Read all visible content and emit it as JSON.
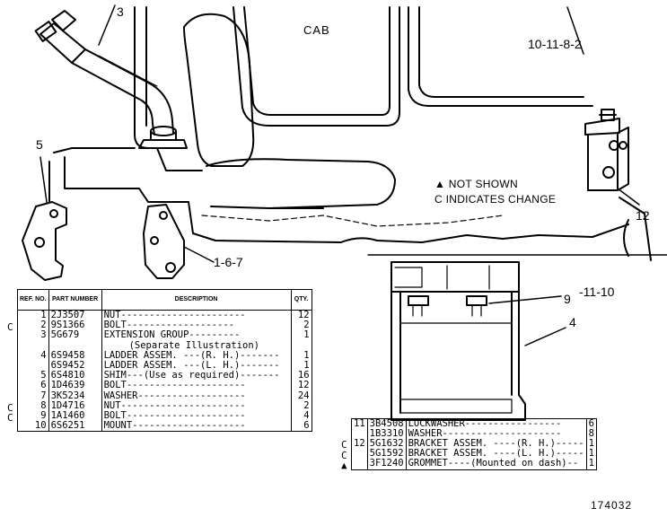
{
  "labels": {
    "cab": "CAB",
    "callout_3": "3",
    "callout_5": "5",
    "callout_1_6_7": "1-6-7",
    "callout_10_11_8_2": "10-11-8-2",
    "callout_12": "12",
    "callout_9": "9",
    "callout_11_10": "-11-10",
    "callout_4": "4",
    "figure_number": "174032"
  },
  "notes": {
    "not_shown": "▲ NOT SHOWN",
    "indicates_change": "C INDICATES CHANGE"
  },
  "table_headers": {
    "ref": "REF. NO.",
    "part": "PART NUMBER",
    "desc": "DESCRIPTION",
    "qty": "QTY."
  },
  "parts_table_1": [
    {
      "flag": "",
      "ref": "1",
      "part": "2J3507",
      "desc": "NUT----------------------",
      "qty": "12"
    },
    {
      "flag": "C",
      "ref": "2",
      "part": "9S1366",
      "desc": "BOLT-------------------",
      "qty": "2"
    },
    {
      "flag": "",
      "ref": "3",
      "part": "5G679",
      "desc": "EXTENSION GROUP---------",
      "qty": "1"
    },
    {
      "flag": "",
      "ref": "",
      "part": "",
      "desc": "(Separate Illustration)",
      "qty": ""
    },
    {
      "flag": "",
      "ref": "4",
      "part": "6S9458",
      "desc": "LADDER ASSEM. ---(R. H.)-------",
      "qty": "1"
    },
    {
      "flag": "",
      "ref": "",
      "part": "6S9452",
      "desc": "LADDER ASSEM. ---(L. H.)-------",
      "qty": "1"
    },
    {
      "flag": "",
      "ref": "5",
      "part": "6S4810",
      "desc": "SHIM---(Use as required)-------",
      "qty": "16"
    },
    {
      "flag": "",
      "ref": "6",
      "part": "1D4639",
      "desc": "BOLT---------------------",
      "qty": "12"
    },
    {
      "flag": "",
      "ref": "7",
      "part": "3K5234",
      "desc": "WASHER-------------------",
      "qty": "24"
    },
    {
      "flag": "C",
      "ref": "8",
      "part": "1D4716",
      "desc": "NUT----------------------",
      "qty": "2"
    },
    {
      "flag": "C",
      "ref": "9",
      "part": "1A1460",
      "desc": "BOLT---------------------",
      "qty": "4"
    },
    {
      "flag": "",
      "ref": "10",
      "part": "6S6251",
      "desc": "MOUNT--------------------",
      "qty": "6"
    }
  ],
  "parts_table_2": [
    {
      "flag": "",
      "ref": "11",
      "part": "3B4508",
      "desc": "LOCKWASHER-----------------",
      "qty": "6"
    },
    {
      "flag": "",
      "ref": "",
      "part": "1B3310",
      "desc": "WASHER---------------------",
      "qty": "8"
    },
    {
      "flag": "C",
      "ref": "12",
      "part": "5G1632",
      "desc": "BRACKET ASSEM. ----(R. H.)-----",
      "qty": "1"
    },
    {
      "flag": "C",
      "ref": "",
      "part": "5G1592",
      "desc": "BRACKET ASSEM. ----(L. H.)-----",
      "qty": "1"
    },
    {
      "flag": "▲",
      "ref": "",
      "part": "3F1240",
      "desc": "GROMMET----(Mounted on dash)--",
      "qty": "1"
    }
  ]
}
